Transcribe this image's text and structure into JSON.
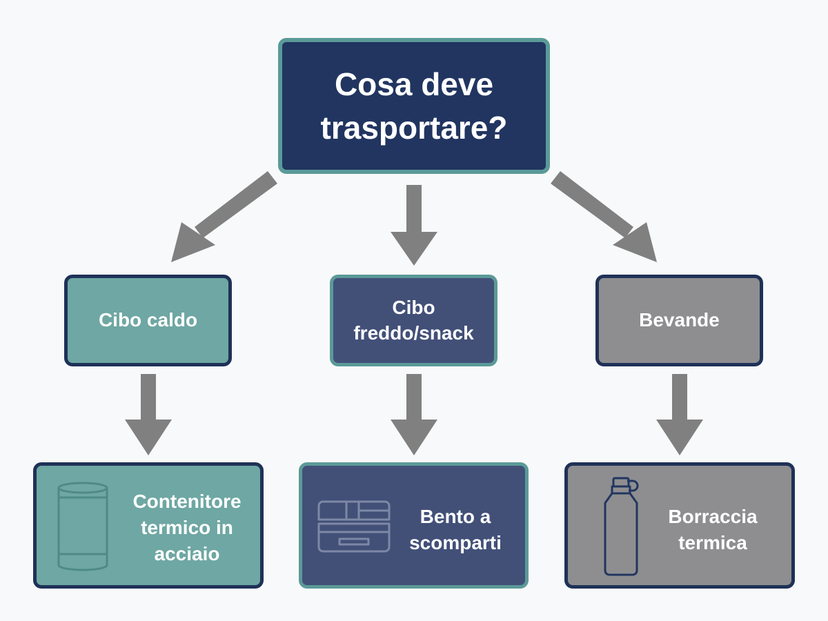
{
  "diagram": {
    "root": {
      "lines": [
        "Cosa deve",
        "trasportare?"
      ]
    },
    "categories": [
      {
        "lines": [
          "Cibo caldo"
        ]
      },
      {
        "lines": [
          "Cibo",
          "freddo/snack"
        ]
      },
      {
        "lines": [
          "Bevande"
        ]
      }
    ],
    "results": [
      {
        "lines": [
          "Contenitore",
          "termico in",
          "acciaio"
        ],
        "icon": "steel-container-icon"
      },
      {
        "lines": [
          "Bento a",
          "scomparti"
        ],
        "icon": "bento-box-icon"
      },
      {
        "lines": [
          "Borraccia",
          "termica"
        ],
        "icon": "thermal-bottle-icon"
      }
    ],
    "colors": {
      "navy": "#213560",
      "teal": "#6ea7a3",
      "slate_blue": "#425078",
      "gray": "#8e8e90",
      "teal_border": "#5b9a98",
      "arrow": "#808080"
    }
  }
}
